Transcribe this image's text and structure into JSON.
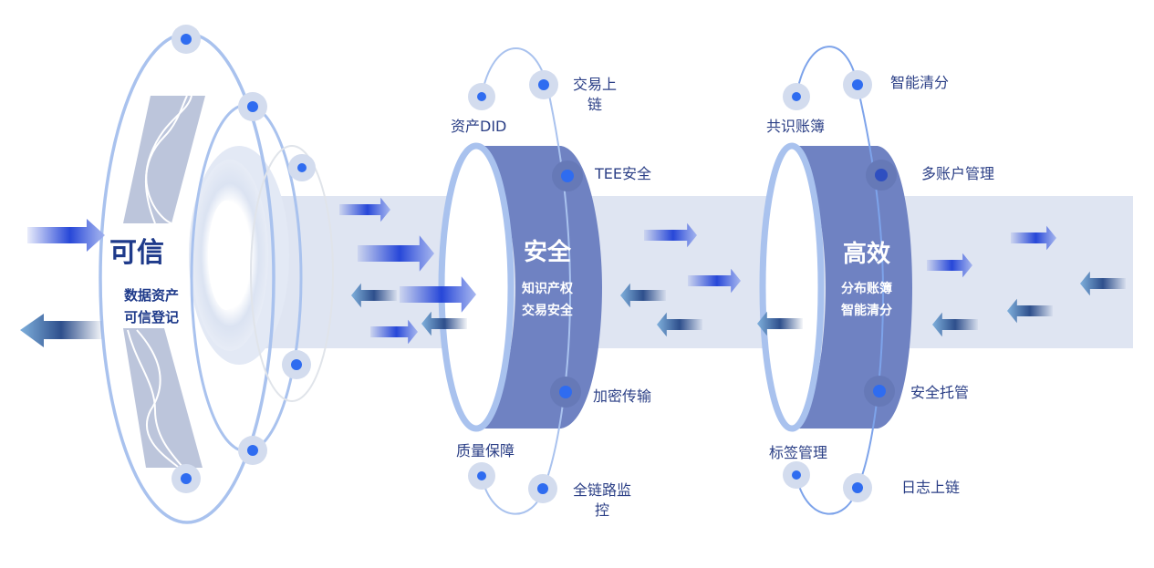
{
  "stages": [
    {
      "id": "trusted",
      "title": "可信",
      "subtitle_lines": [
        "数据资产",
        "可信登记"
      ]
    },
    {
      "id": "secure",
      "title": "安全",
      "subtitle_lines": [
        "知识产权",
        "交易安全"
      ],
      "features": [
        {
          "label": "资产DID"
        },
        {
          "label": "交易上\n链",
          "lines": [
            "交易上",
            "链"
          ]
        },
        {
          "label": "TEE安全"
        },
        {
          "label": "加密传输"
        },
        {
          "label": "质量保障"
        },
        {
          "label": "全链路监控",
          "lines": [
            "全链路监",
            "控"
          ]
        }
      ]
    },
    {
      "id": "efficient",
      "title": "高效",
      "subtitle_lines": [
        "分布账簿",
        "智能清分"
      ],
      "features": [
        {
          "label": "共识账簿"
        },
        {
          "label": "智能清分"
        },
        {
          "label": "多账户管理"
        },
        {
          "label": "安全托管"
        },
        {
          "label": "标签管理"
        },
        {
          "label": "日志上链"
        }
      ]
    }
  ],
  "colors": {
    "band": "#dfe5f2",
    "cylinder": "#6f82c2",
    "ring": "#a9c2ee",
    "node": "#2f6cf0",
    "node_halo": "#d3dcee",
    "label": "#2b3f86",
    "arrow_right": "#2747d8",
    "arrow_left": "#2e4f8c"
  }
}
